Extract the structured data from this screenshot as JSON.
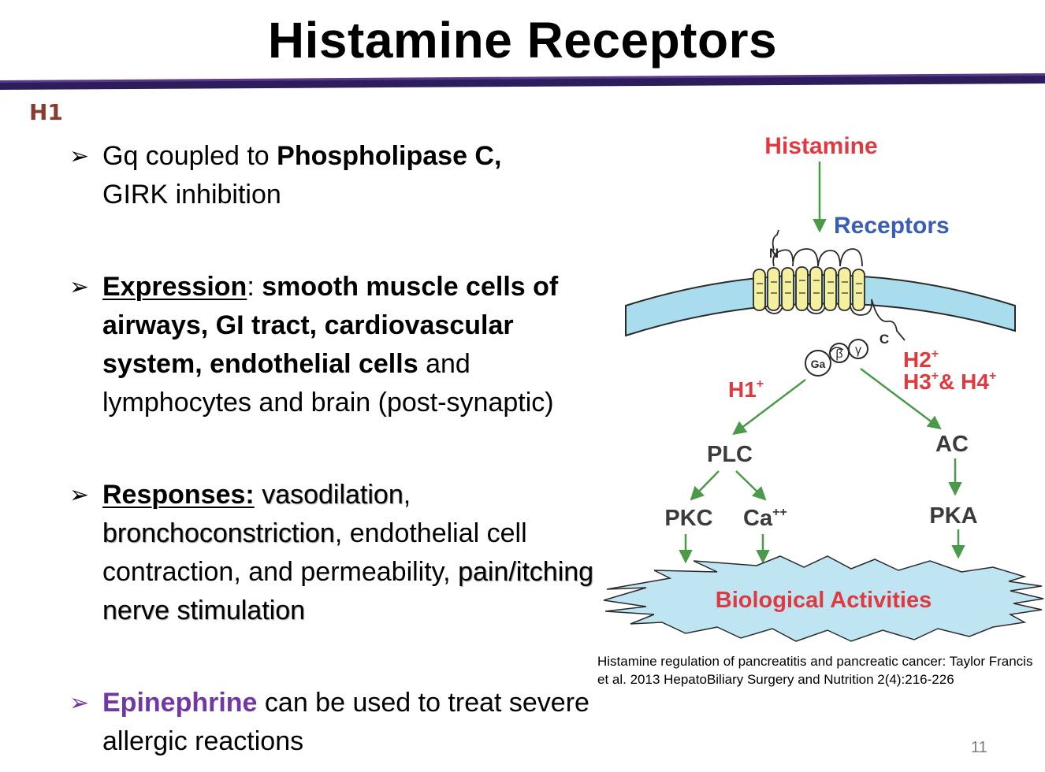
{
  "slide": {
    "title": "Histamine Receptors",
    "section_label": "H1",
    "page_number": "11"
  },
  "bullets": [
    {
      "arrow": "➢",
      "line1_part1": "Gq coupled to ",
      "line1_bold": "Phospholipase C,",
      "line2": "GIRK inhibition"
    },
    {
      "arrow": "➢",
      "heading": "Expression",
      "colon": ": ",
      "bold_part1": "smooth muscle cells of airways, GI tract, cardiovascular system, endothelial cells",
      "rest": " and lymphocytes and brain (post-synaptic)"
    },
    {
      "arrow": "➢",
      "heading": "Responses:",
      "term1": "vasodilation",
      "comma": ",",
      "term2": "bronchoconstriction",
      "middle": ", endothelial cell contraction, and permeability,",
      "term3": "pain/itching nerve stimulation"
    },
    {
      "arrow": "➢",
      "highlight": "Epinephrine",
      "rest": " can be used to treat severe allergic reactions"
    }
  ],
  "diagram": {
    "histamine": "Histamine",
    "receptors": "Receptors",
    "n_terminal": "N",
    "c_terminal": "C",
    "g_alpha": "Ga",
    "g_beta": "β",
    "g_gamma": "γ",
    "h1_label": "H1",
    "h1_sup": "+",
    "h2_label": "H2",
    "h2_sup": "+",
    "h3_label": "H3",
    "h3_sup": "+",
    "amp": "&",
    "h4_label": "H4",
    "h4_sup": "+",
    "plc": "PLC",
    "ac": "AC",
    "pkc": "PKC",
    "ca": "Ca",
    "ca_sup": "++",
    "pka": "PKA",
    "biological": "Biological Activities",
    "colors": {
      "histamine_text": "#e0393f",
      "receptors_text": "#3a5db5",
      "arrow_green": "#4a9a4a",
      "membrane_fill": "#a9dcec",
      "helix_fill": "#f4f0a0",
      "burst_fill": "#bfe5f2",
      "label_red": "#e0393f",
      "node_text": "#3b3b3b"
    }
  },
  "citation": "Histamine regulation of pancreatitis and pancreatic cancer: Taylor Francis et al. 2013 HepatoBiliary Surgery and Nutrition 2(4):216-226"
}
